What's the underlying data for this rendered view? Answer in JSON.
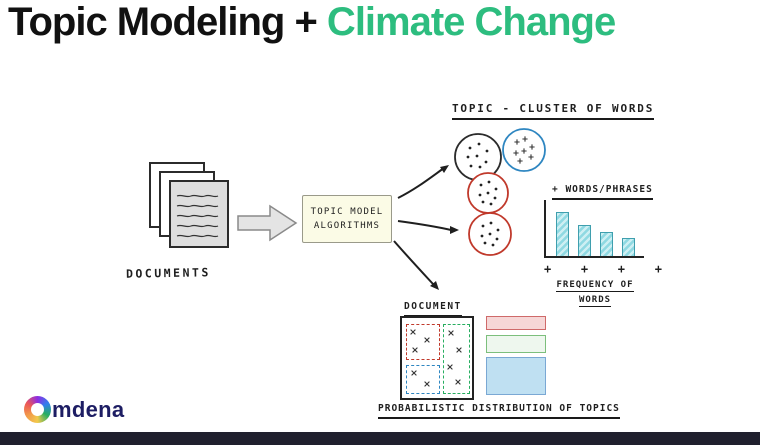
{
  "title": {
    "part_black": "Topic Modeling +",
    "part_green": " Climate Change"
  },
  "colors": {
    "title-green": "#2dbd7f",
    "ink": "#1f1f1f",
    "red": "#c0392b",
    "blue": "#2e86c1",
    "green": "#27ae60",
    "bar-fill": "#8fd9e2",
    "bar-stroke": "#3f9fae",
    "navy": "#1d1d63",
    "footer-bar": "#20202e"
  },
  "diagram": {
    "documents_label": "DOCUMENTS",
    "algorithm_line1": "TOPIC MODEL",
    "algorithm_line2": "ALGORITHMS",
    "cluster_title": "TOPIC - CLUSTER OF WORDS",
    "words_phrases_label": "+ WORDS/PHRASES",
    "axis_marks": "+   +   +   +",
    "frequency_line1": "FREQUENCY OF",
    "frequency_line2": "WORDS",
    "bar_heights": [
      44,
      31,
      24,
      18
    ],
    "document_title": "DOCUMENT",
    "distribution_label": "PROBABILISTIC DISTRIBUTION OF TOPICS"
  },
  "branding": {
    "logo_text": "mdena"
  }
}
